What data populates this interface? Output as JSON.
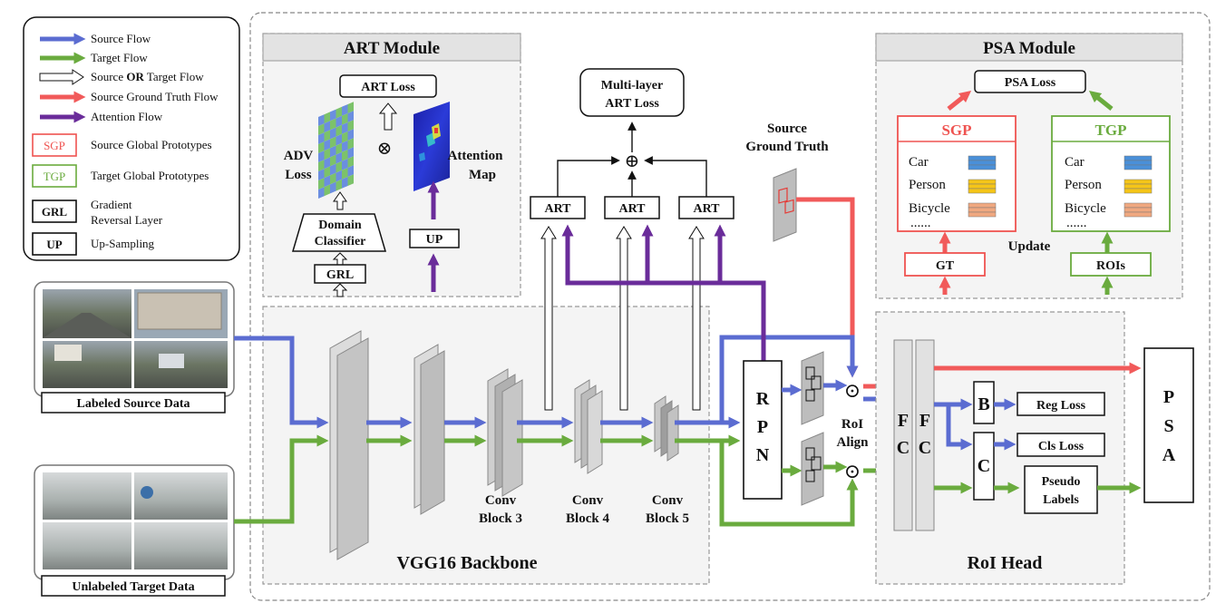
{
  "colors": {
    "source": "#5b6cd1",
    "target": "#6aab3e",
    "ground_truth": "#f15a5a",
    "attention": "#6a2c9a",
    "sgp": "#ef5350",
    "tgp": "#6aab3e",
    "panel_border": "#8a8a8a",
    "panel_fill": "#f4f4f4"
  },
  "legend": {
    "flows": [
      "Source Flow",
      "Target Flow",
      "Source ",
      "Target Flow",
      "Source Ground Truth Flow",
      "Attention Flow"
    ],
    "or_word": "OR",
    "source_flow": "Source Flow",
    "target_flow": "Target Flow",
    "either_prefix": "Source ",
    "either_suffix": " Target Flow",
    "gt_flow": "Source Ground Truth Flow",
    "attention_flow": "Attention Flow",
    "sgp_tag": "SGP",
    "sgp_desc": "Source Global Prototypes",
    "tgp_tag": "TGP",
    "tgp_desc": "Target Global Prototypes",
    "grl_tag": "GRL",
    "grl_desc_1": "Gradient",
    "grl_desc_2": "Reversal Layer",
    "up_tag": "UP",
    "up_desc": "Up-Sampling"
  },
  "art_module": {
    "title": "ART Module",
    "art_loss": "ART Loss",
    "adv_loss_1": "ADV",
    "adv_loss_2": "Loss",
    "otimes": "⊗",
    "attention_map_1": "Attention",
    "attention_map_2": "Map",
    "domain_classifier_1": "Domain",
    "domain_classifier_2": "Classifier",
    "grl": "GRL",
    "up": "UP"
  },
  "multi_layer": {
    "line1": "Multi-layer",
    "line2": "ART Loss",
    "oplus": "⊕",
    "art": "ART"
  },
  "source_gt": {
    "line1": "Source",
    "line2": "Ground Truth"
  },
  "psa_module": {
    "title": "PSA Module",
    "psa_loss": "PSA Loss",
    "sgp": "SGP",
    "tgp": "TGP",
    "classes": [
      "Car",
      "Person",
      "Bicycle",
      "......"
    ],
    "class_colors": [
      "#4a90d9",
      "#f5c518",
      "#f0a880"
    ],
    "update": "Update",
    "gt": "GT",
    "rois": "ROIs"
  },
  "inputs": {
    "labeled": "Labeled Source Data",
    "unlabeled": "Unlabeled Target Data"
  },
  "backbone": {
    "title": "VGG16 Backbone",
    "conv3_1": "Conv",
    "conv3_2": "Block 3",
    "conv4_1": "Conv",
    "conv4_2": "Block 4",
    "conv5_1": "Conv",
    "conv5_2": "Block 5"
  },
  "rpn": {
    "label": "R P N",
    "letters": [
      "R",
      "P",
      "N"
    ]
  },
  "roi_align": {
    "line1": "RoI",
    "line2": "Align",
    "odot": "⊙"
  },
  "roi_head": {
    "title": "RoI Head",
    "fc": "F C",
    "fc_letters": [
      "F",
      "C"
    ],
    "b": "B",
    "c": "C",
    "reg_loss": "Reg Loss",
    "cls_loss": "Cls Loss",
    "pseudo_1": "Pseudo",
    "pseudo_2": "Labels",
    "psa_letters": [
      "P",
      "S",
      "A"
    ]
  }
}
